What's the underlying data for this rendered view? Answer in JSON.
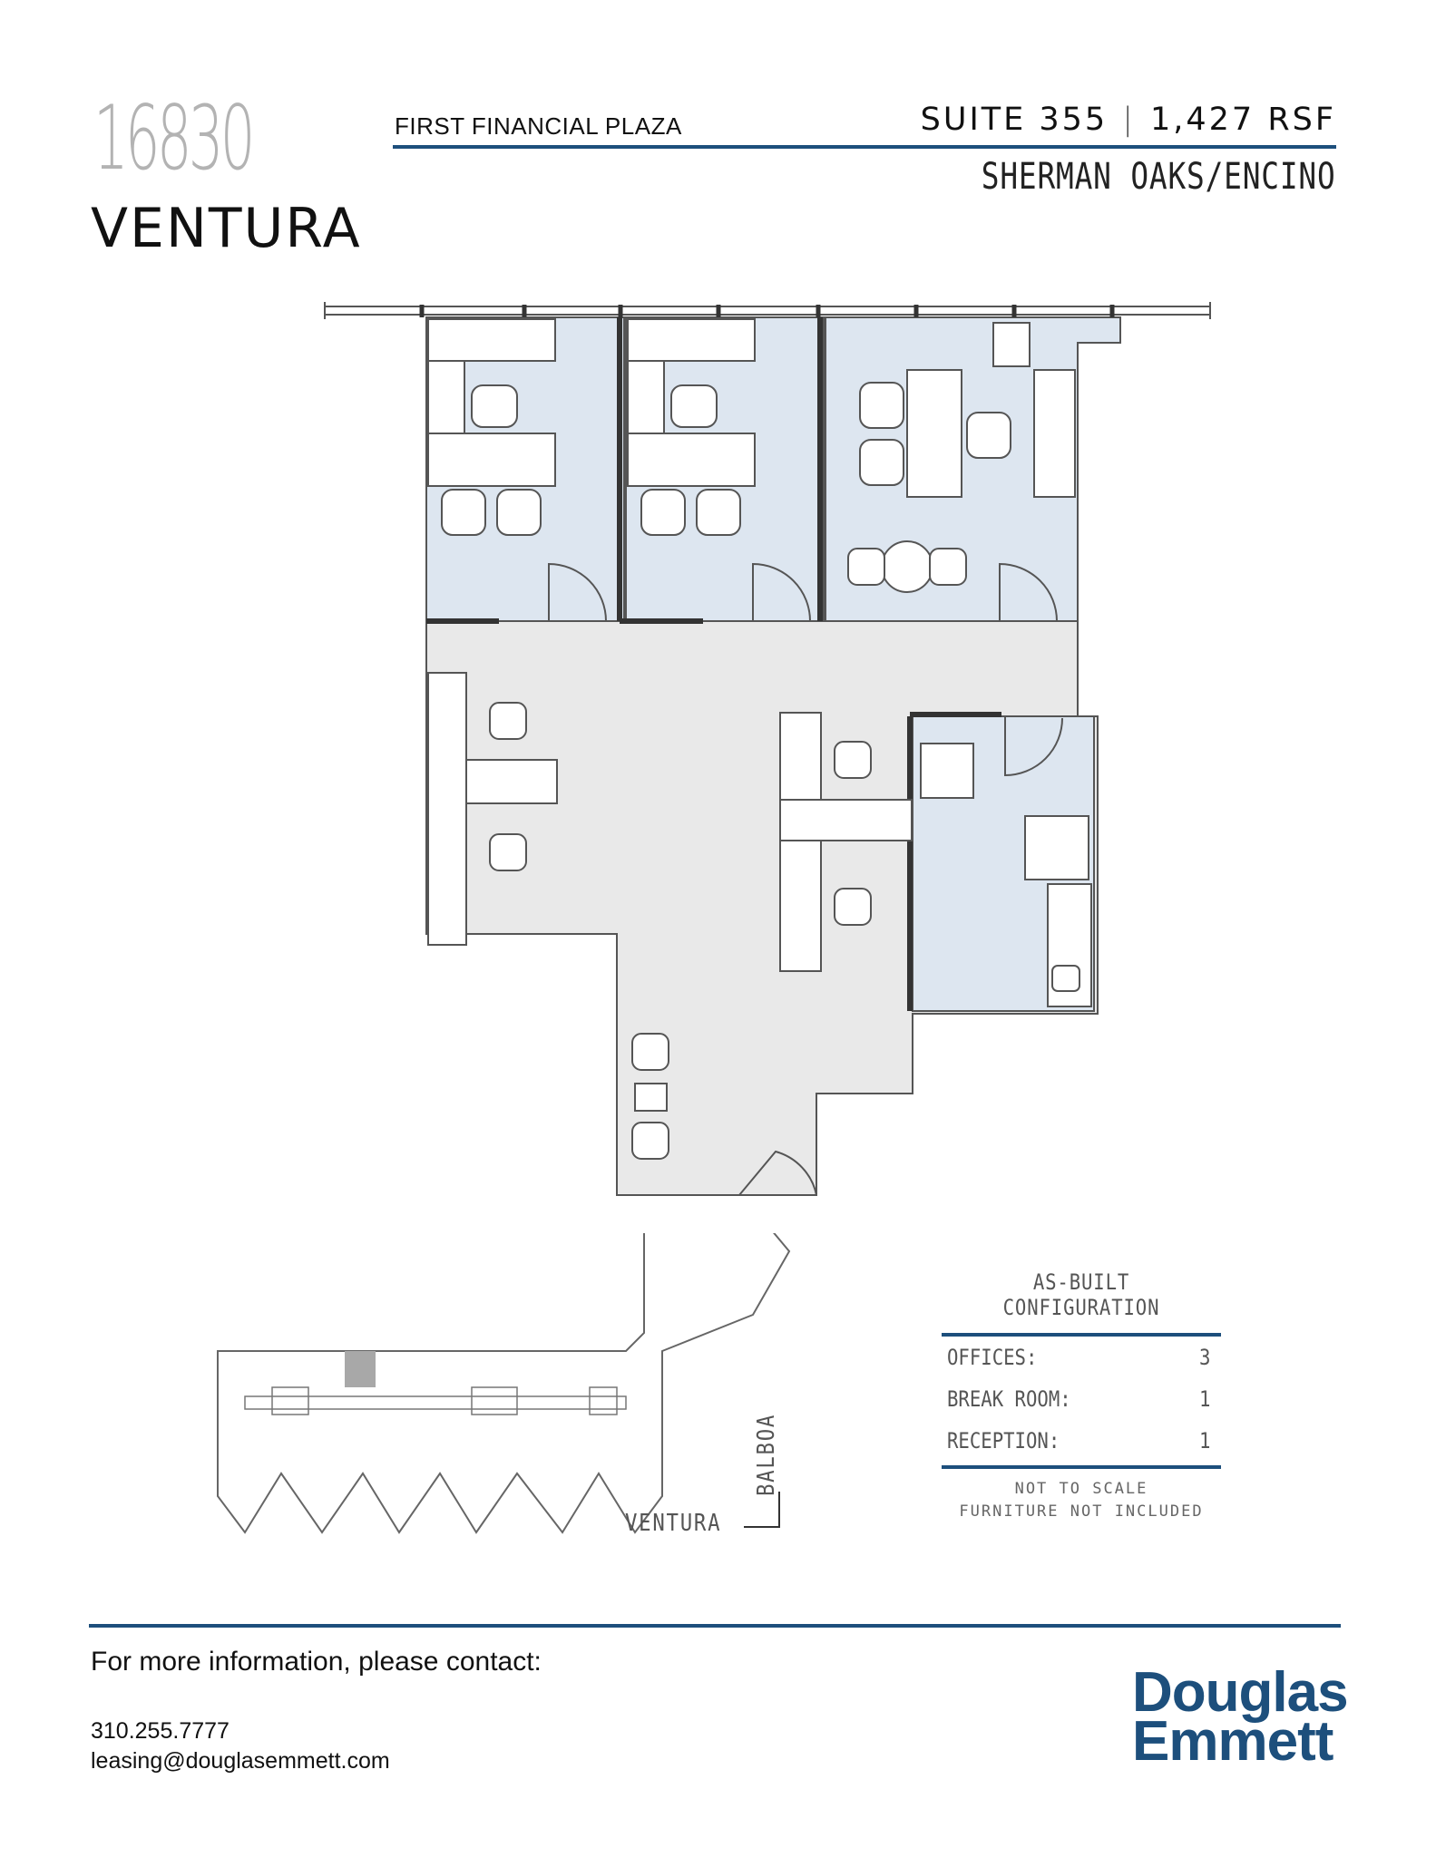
{
  "header": {
    "building_number": "16830",
    "building_street": "VENTURA",
    "plaza_name": "FIRST FINANCIAL PLAZA",
    "suite": "SUITE 355",
    "separator": "|",
    "area": "1,427 RSF",
    "submarket": "SHERMAN OAKS/ENCINO"
  },
  "colors": {
    "accent_blue": "#1d4f7c",
    "office_fill": "#dde6f0",
    "common_fill": "#e9e9e9",
    "keyplan_suite": "#a8a8a8"
  },
  "keyplan": {
    "street_bottom": "VENTURA",
    "street_side": "BALBOA"
  },
  "config": {
    "title": "AS-BUILT CONFIGURATION",
    "rows": [
      {
        "label": "OFFICES:",
        "value": "3"
      },
      {
        "label": "BREAK ROOM:",
        "value": "1"
      },
      {
        "label": "RECEPTION:",
        "value": "1"
      }
    ],
    "note_scale": "NOT TO SCALE",
    "note_furniture": "FURNITURE NOT INCLUDED"
  },
  "footer": {
    "contact_heading": "For more information, please contact:",
    "phone": "310.255.7777",
    "email": "leasing@douglasemmett.com",
    "logo_line1": "Douglas",
    "logo_line2": "Emmett"
  }
}
